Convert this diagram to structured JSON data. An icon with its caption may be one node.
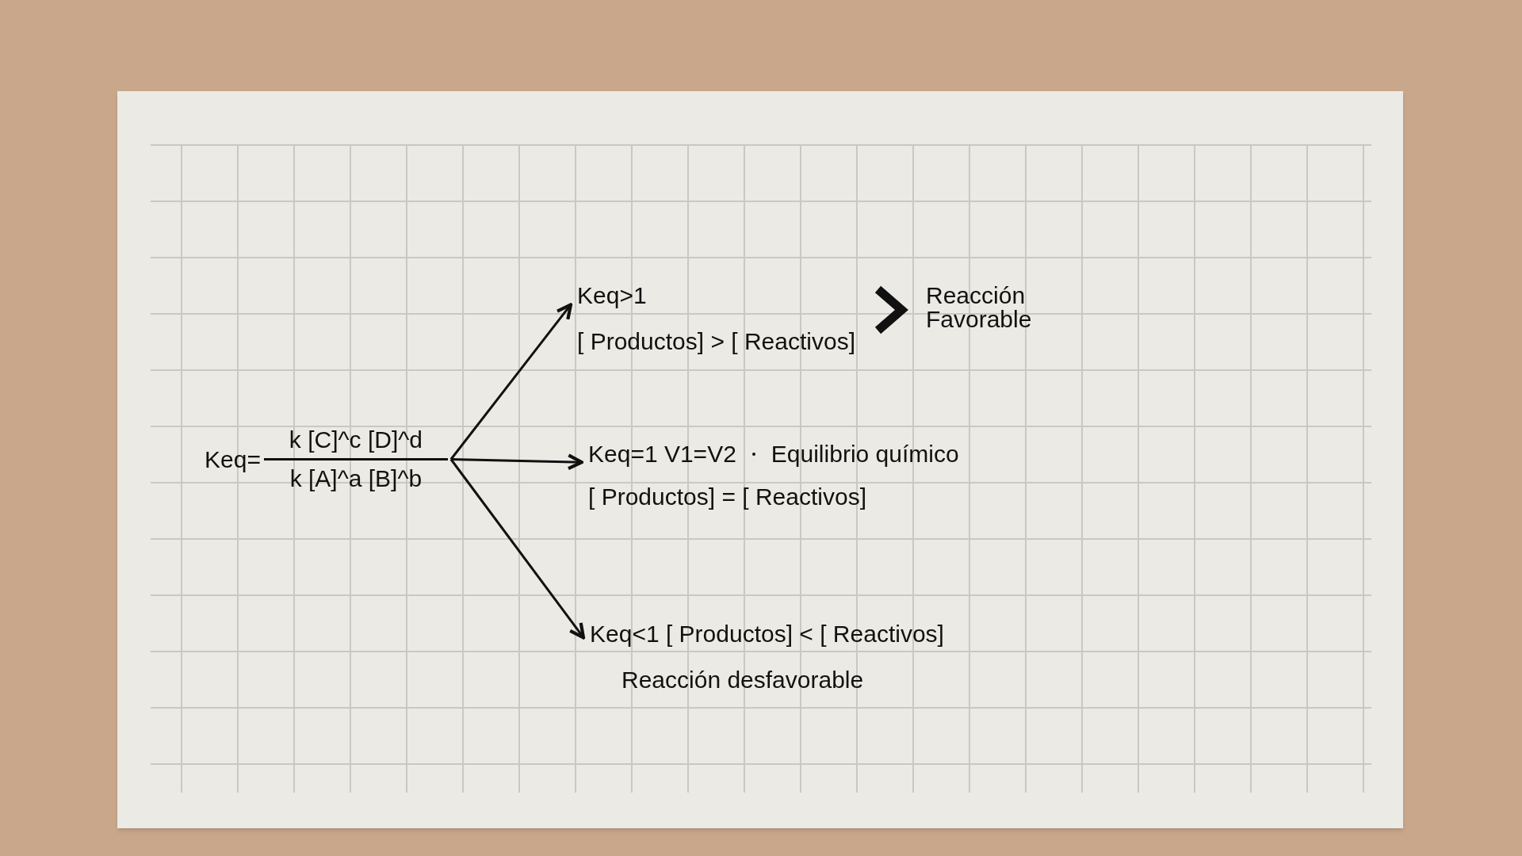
{
  "diagram": {
    "nodes": [
      {
        "text": [
          "Keq=",
          "k [C]^c [D]^d",
          "k [A]^a [B]^b"
        ]
      },
      {
        "text": [
          "Keq>1",
          "[ Productos] > [ Reactivos]"
        ]
      },
      {
        "text": [
          "Reacción Favorable"
        ]
      },
      {
        "text": [
          "Keq=1 V1=V2",
          "Equilibrio químico",
          "[ Productos] = [ Reactivos]"
        ]
      },
      {
        "text": [
          "Keq<1  [ Productos] < [ Reactivos]",
          "Reacción desfavorable"
        ]
      }
    ],
    "edges": [
      {
        "from": 0,
        "to": 1,
        "arrow": "to"
      },
      {
        "from": 0,
        "to": 3,
        "arrow": "to"
      },
      {
        "from": 0,
        "to": 4,
        "arrow": "to"
      },
      {
        "from": 1,
        "to": 2,
        "arrow": "to",
        "style": "thick"
      }
    ]
  }
}
